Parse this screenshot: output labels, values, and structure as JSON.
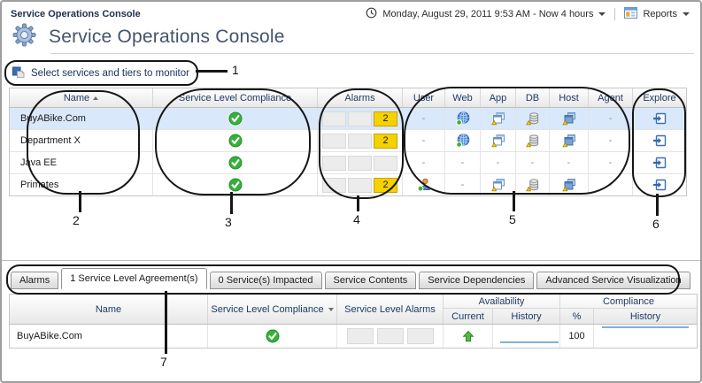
{
  "header": {
    "breadcrumb": "Service Operations Console",
    "title": "Service Operations Console",
    "time_range": "Monday, August 29, 2011 9:53 AM - Now 4 hours",
    "reports": "Reports"
  },
  "toolbar": {
    "select_services": "Select services and tiers to monitor"
  },
  "main_table": {
    "columns": {
      "name": "Name",
      "slc": "Service Level Compliance",
      "alarms": "Alarms",
      "user": "User",
      "web": "Web",
      "app": "App",
      "db": "DB",
      "host": "Host",
      "agent": "Agent",
      "explore": "Explore"
    },
    "sort": {
      "column": "Name",
      "direction": "ascending"
    },
    "rows": [
      {
        "name": "BuyABike.Com",
        "selected": true,
        "compliance": "ok",
        "alarm1": "",
        "alarm2": "",
        "alarm3": "2",
        "user": "-",
        "web": "web-ok",
        "app": "app-warning",
        "db": "db-warning",
        "host": "host-warning",
        "agent": "-",
        "explore": "explore"
      },
      {
        "name": "Department X",
        "selected": false,
        "compliance": "ok",
        "alarm1": "",
        "alarm2": "",
        "alarm3": "2",
        "user": "-",
        "web": "web-ok",
        "app": "app-warning",
        "db": "db-warning",
        "host": "host-warning",
        "agent": "-",
        "explore": "explore"
      },
      {
        "name": "Java EE",
        "selected": false,
        "compliance": "ok",
        "alarm1": "",
        "alarm2": "",
        "alarm3": "",
        "user": "-",
        "web": "-",
        "app": "-",
        "db": "-",
        "host": "-",
        "agent": "-",
        "explore": "explore"
      },
      {
        "name": "Primates",
        "selected": false,
        "compliance": "ok",
        "alarm1": "",
        "alarm2": "",
        "alarm3": "2",
        "user": "user-ok",
        "web": "-",
        "app": "app-warning",
        "db": "db-warning",
        "host": "host-warning",
        "agent": "-",
        "explore": "explore"
      }
    ]
  },
  "tabs": [
    {
      "label": "Alarms",
      "active": false
    },
    {
      "label": "1 Service Level Agreement(s)",
      "active": true
    },
    {
      "label": "0 Service(s) Impacted",
      "active": false
    },
    {
      "label": "Service Contents",
      "active": false
    },
    {
      "label": "Service Dependencies",
      "active": false
    },
    {
      "label": "Advanced Service Visualization",
      "active": false
    }
  ],
  "bottom_table": {
    "columns": {
      "name": "Name",
      "slc": "Service Level Compliance",
      "sla": "Service Level Alarms",
      "availability": "Availability",
      "current": "Current",
      "history": "History",
      "percent": "%",
      "compliance": "Compliance",
      "comp_history": "History"
    },
    "sort": {
      "column": "Service Level Compliance",
      "direction": "descending"
    },
    "rows": [
      {
        "name": "BuyABike.Com",
        "compliance": "ok",
        "availability_current": "up",
        "percent": "100"
      }
    ]
  },
  "callouts": {
    "n1": "1",
    "n2": "2",
    "n3": "3",
    "n4": "4",
    "n5": "5",
    "n6": "6",
    "n7": "7"
  },
  "icons": {
    "gear-icon": "blue gear",
    "time-range-icon": "clock",
    "reports-icon": "report table",
    "select-services-icon": "blue page",
    "green-check-icon": "green circle with white check",
    "globe-icon": "blue globe with green status dot",
    "app-tier-icon": "application windows with yellow warning triangle",
    "db-tier-icon": "database cylinder with yellow warning triangle",
    "host-tier-icon": "host windows with yellow warning triangle",
    "user-tier-icon": "person with green status dot",
    "explore-icon": "arrow entering box",
    "up-arrow-icon": "green up arrow"
  },
  "colors": {
    "header_text": "#1d3a64",
    "selected_row": "#d9e8fa",
    "alarm_yellow": "#f6d100",
    "ok_green": "#35b13a",
    "accent_blue": "#4a86d8",
    "title_gray_blue": "#44546a"
  }
}
